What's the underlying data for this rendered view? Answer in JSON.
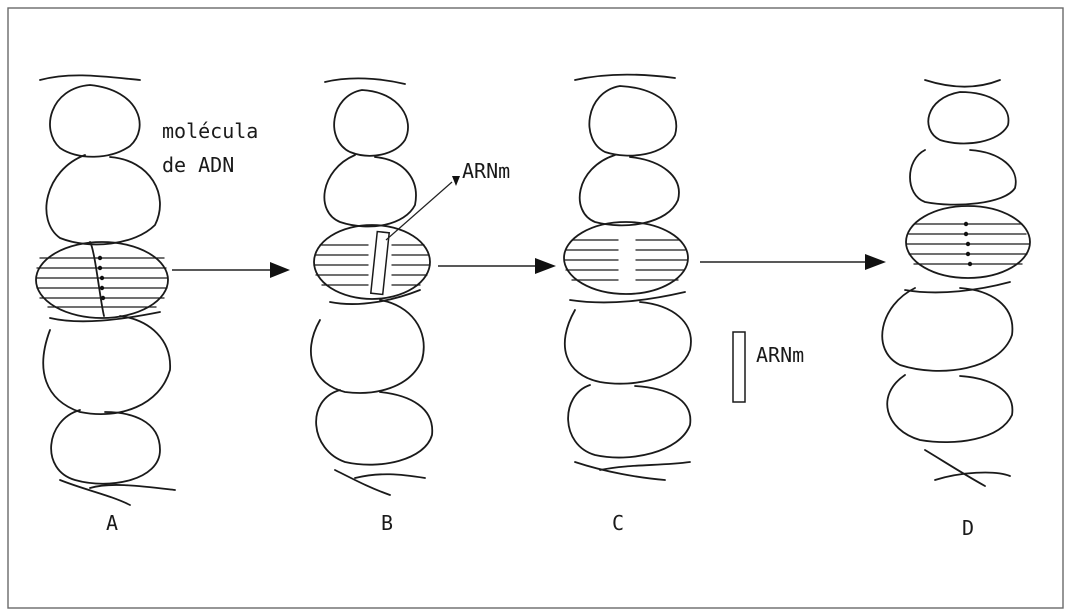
{
  "diagram": {
    "labels": {
      "molecule_line1": "molécula",
      "molecule_line2": "de ADN",
      "mrna_b": "ARNm",
      "mrna_free": "ARNm"
    },
    "stages": [
      {
        "label": "A"
      },
      {
        "label": "B"
      },
      {
        "label": "C"
      },
      {
        "label": "D"
      }
    ],
    "colors": {
      "ink": "#1a1a1a",
      "frame": "#6a6a6a",
      "background": "#ffffff"
    }
  }
}
